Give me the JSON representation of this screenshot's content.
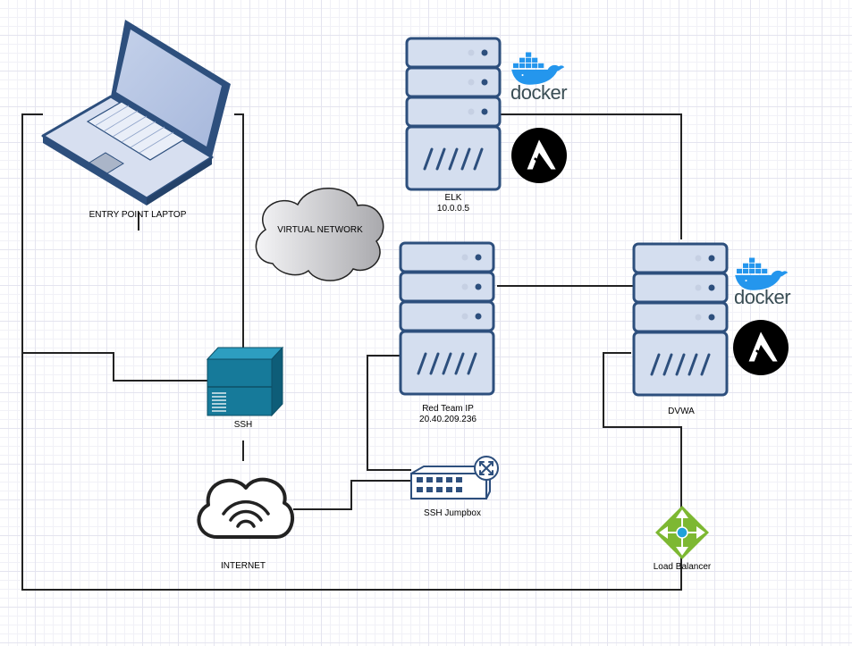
{
  "nodes": {
    "laptop": {
      "label": "ENTRY POINT LAPTOP"
    },
    "vnet": {
      "label": "VIRTUAL NETWORK"
    },
    "ssh": {
      "label": "SSH"
    },
    "internet": {
      "label": "INTERNET"
    },
    "elk": {
      "label": "ELK",
      "ip": "10.0.0.5"
    },
    "redteam": {
      "label": "Red Team IP",
      "ip": "20.40.209.236"
    },
    "dvwa": {
      "label": "DVWA"
    },
    "jumpbox": {
      "label": "SSH Jumpbox"
    },
    "lb": {
      "label": "Load Balancer"
    }
  },
  "logos": {
    "docker_text": "docker"
  },
  "colors": {
    "server_fill": "#d4deef",
    "server_stroke": "#2d4f7d",
    "docker_blue": "#2496ed",
    "ssh_teal": "#167a9a",
    "lb_green": "#7db832",
    "line": "#222222"
  }
}
